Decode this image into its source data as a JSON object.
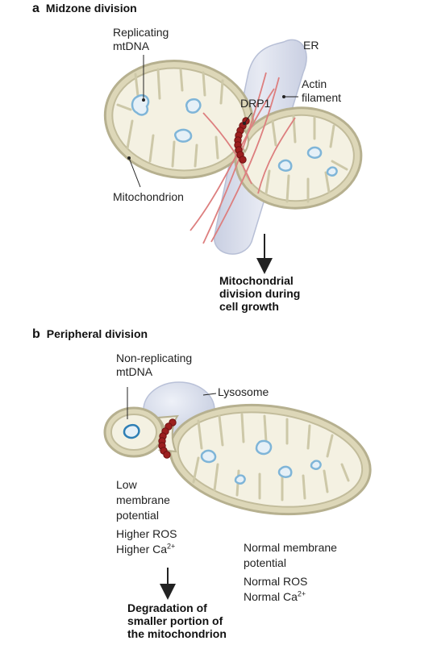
{
  "colors": {
    "outer_membrane": "#b6b08f",
    "matrix": "#f4f1e2",
    "cristae": "#cdc8a8",
    "mtdna": "#7fb5d8",
    "mtdna_dark": "#2f7fb5",
    "er": "#d3d8e8",
    "lysosome": "#d6dcea",
    "actin": "#dd7f7f",
    "drp1": "#9c1f1f",
    "arrow": "#222222"
  },
  "panel_a": {
    "letter": "a",
    "title": "Midzone division",
    "labels": {
      "replicating_1": "Replicating",
      "replicating_2": "mtDNA",
      "er": "ER",
      "actin_1": "Actin",
      "actin_2": "filament",
      "drp1": "DRP1",
      "mitochondrion": "Mitochondrion"
    },
    "outcome": [
      "Mitochondrial",
      "division during",
      "cell growth"
    ]
  },
  "panel_b": {
    "letter": "b",
    "title": "Peripheral division",
    "labels": {
      "nonrep_1": "Non-replicating",
      "nonrep_2": "mtDNA",
      "lysosome": "Lysosome"
    },
    "left_conditions": {
      "line1": "Low",
      "line2": "membrane",
      "line3": "potential",
      "line4": "Higher ROS",
      "line5": "Higher Ca",
      "line5_sup": "2+"
    },
    "right_conditions": {
      "line1": "Normal membrane",
      "line2": "potential",
      "line3": "Normal ROS",
      "line4": "Normal Ca",
      "line4_sup": "2+"
    },
    "outcome": [
      "Degradation of",
      "smaller portion of",
      "the mitochondrion"
    ]
  }
}
